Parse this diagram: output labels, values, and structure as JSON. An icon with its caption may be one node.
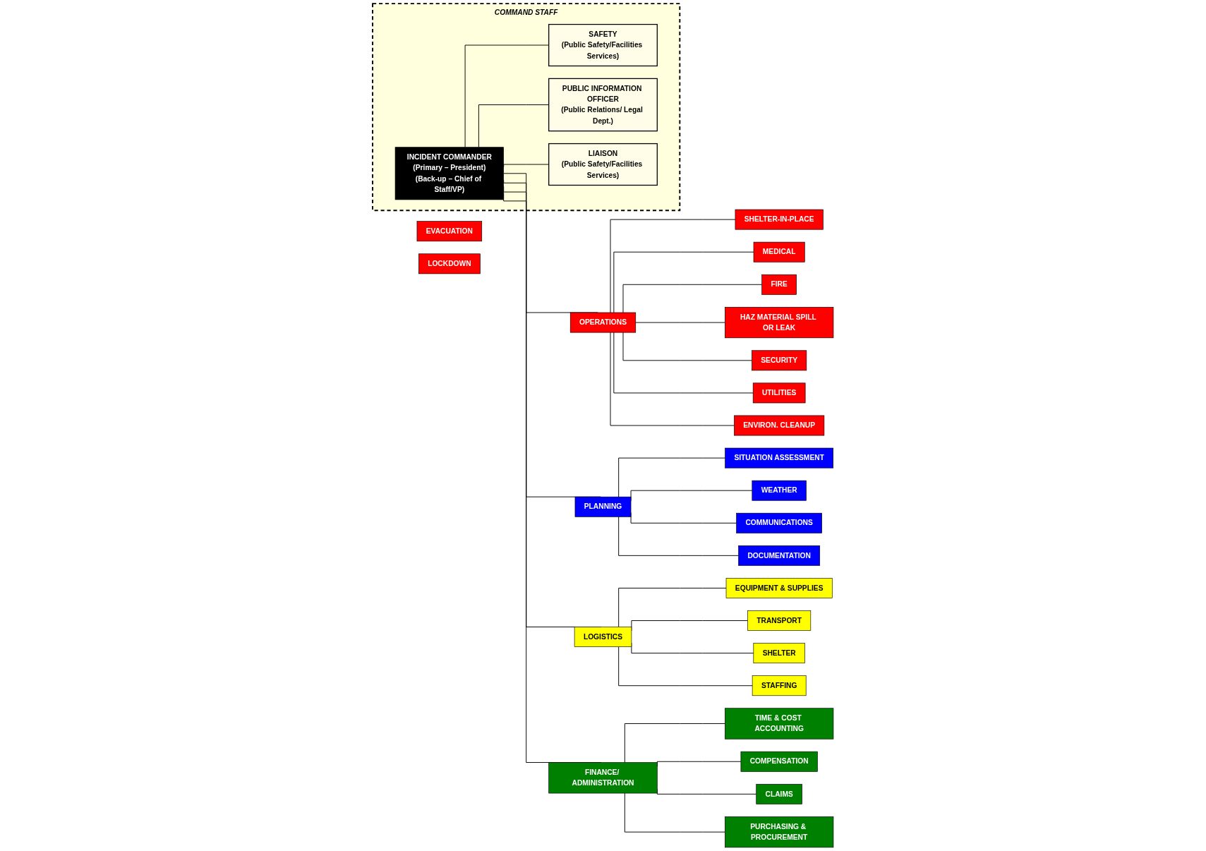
{
  "diagram": {
    "nodes": [
      {
        "text": [
          "COMMAND STAFF"
        ]
      },
      {
        "text": [
          "INCIDENT COMMANDER",
          "(Primary – President)",
          "(Back-up – Chief of Staff/VP)"
        ],
        "in": 0
      },
      {
        "text": [
          "SAFETY",
          "(Public Safety/Facilities Services)"
        ],
        "in": 0
      },
      {
        "text": [
          "PUBLIC INFORMATION OFFICER",
          "(Public Relations/ Legal Dept.)"
        ],
        "in": 0
      },
      {
        "text": [
          "LIAISON",
          "(Public Safety/Facilities Services)"
        ],
        "in": 0
      },
      {
        "text": [
          "OPERATIONS"
        ]
      },
      {
        "text": [
          "PLANNING"
        ]
      },
      {
        "text": [
          "LOGISTICS"
        ]
      },
      {
        "text": [
          "FINANCE/ ADMINISTRATION"
        ]
      },
      {
        "text": [
          "EVACUATION"
        ]
      },
      {
        "text": [
          "SHELTER-IN-PLACE"
        ]
      },
      {
        "text": [
          "LOCKDOWN"
        ]
      },
      {
        "text": [
          "MEDICAL"
        ]
      },
      {
        "text": [
          "FIRE"
        ]
      },
      {
        "text": [
          "HAZ MATERIAL SPILL OR LEAK"
        ]
      },
      {
        "text": [
          "SECURITY"
        ]
      },
      {
        "text": [
          "UTILITIES"
        ]
      },
      {
        "text": [
          "ENVIRON. CLEANUP"
        ]
      },
      {
        "text": [
          "SITUATION ASSESSMENT"
        ]
      },
      {
        "text": [
          "WEATHER"
        ]
      },
      {
        "text": [
          "COMMUNICATIONS"
        ]
      },
      {
        "text": [
          "DOCUMENTATION"
        ]
      },
      {
        "text": [
          "EQUIPMENT & SUPPLIES"
        ]
      },
      {
        "text": [
          "TRANSPORT"
        ]
      },
      {
        "text": [
          "SHELTER"
        ]
      },
      {
        "text": [
          "STAFFING"
        ]
      },
      {
        "text": [
          "TIME & COST ACCOUNTING"
        ]
      },
      {
        "text": [
          "COMPENSATION"
        ]
      },
      {
        "text": [
          "CLAIMS"
        ]
      },
      {
        "text": [
          "PURCHASING & PROCUREMENT"
        ]
      }
    ],
    "edges": [
      {
        "from": 1,
        "to": 2,
        "arrow": "none"
      },
      {
        "from": 1,
        "to": 3,
        "arrow": "none"
      },
      {
        "from": 1,
        "to": 4,
        "arrow": "none"
      },
      {
        "from": 1,
        "to": 5,
        "arrow": "none"
      },
      {
        "from": 1,
        "to": 6,
        "arrow": "none"
      },
      {
        "from": 1,
        "to": 7,
        "arrow": "none"
      },
      {
        "from": 1,
        "to": 8,
        "arrow": "none"
      },
      {
        "from": 5,
        "to": 10,
        "arrow": "none"
      },
      {
        "from": 5,
        "to": 12,
        "arrow": "none"
      },
      {
        "from": 5,
        "to": 13,
        "arrow": "none"
      },
      {
        "from": 5,
        "to": 14,
        "arrow": "none"
      },
      {
        "from": 5,
        "to": 15,
        "arrow": "none"
      },
      {
        "from": 5,
        "to": 16,
        "arrow": "none"
      },
      {
        "from": 5,
        "to": 17,
        "arrow": "none"
      },
      {
        "from": 6,
        "to": 18,
        "arrow": "none"
      },
      {
        "from": 6,
        "to": 19,
        "arrow": "none"
      },
      {
        "from": 6,
        "to": 20,
        "arrow": "none"
      },
      {
        "from": 6,
        "to": 21,
        "arrow": "none"
      },
      {
        "from": 7,
        "to": 22,
        "arrow": "none"
      },
      {
        "from": 7,
        "to": 23,
        "arrow": "none"
      },
      {
        "from": 7,
        "to": 24,
        "arrow": "none"
      },
      {
        "from": 7,
        "to": 25,
        "arrow": "none"
      },
      {
        "from": 8,
        "to": 26,
        "arrow": "none"
      },
      {
        "from": 8,
        "to": 27,
        "arrow": "none"
      },
      {
        "from": 8,
        "to": 28,
        "arrow": "none"
      },
      {
        "from": 8,
        "to": 29,
        "arrow": "none"
      }
    ]
  }
}
